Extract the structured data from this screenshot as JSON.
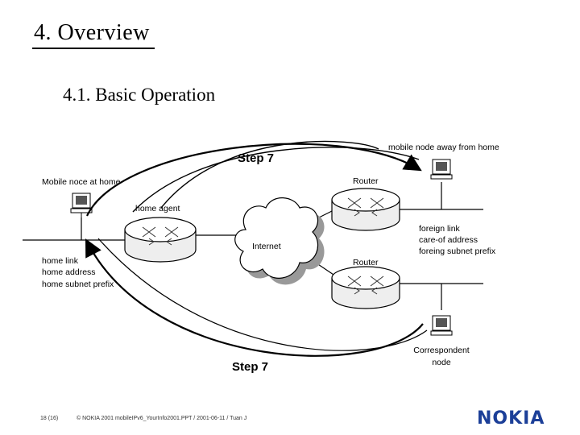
{
  "header": {
    "title": "4. Overview",
    "subtitle": "4.1. Basic Operation"
  },
  "diagram": {
    "step_top": "Step 7",
    "step_bottom": "Step 7",
    "labels": {
      "mobile_node_home": "Mobile noce at home",
      "mobile_node_away": "mobile node away from home",
      "router_top": "Router",
      "router_bottom": "Router",
      "home_agent": "home agent",
      "internet": "Internet",
      "foreign_link": "foreign link",
      "care_of_address": "care-of address",
      "foreign_subnet": "foreing subnet prefix",
      "home_link": "home link",
      "home_address": "home address",
      "home_subnet": "home subnet prefix",
      "correspondent_1": "Correspondent",
      "correspondent_2": "node"
    }
  },
  "footer": {
    "page": "18 (16)",
    "copyright": "© NOKIA 2001   mobileIPv6_YourInfo2001.PPT / 2001-06-11 / Tuan J",
    "logo": "NOKIA"
  }
}
